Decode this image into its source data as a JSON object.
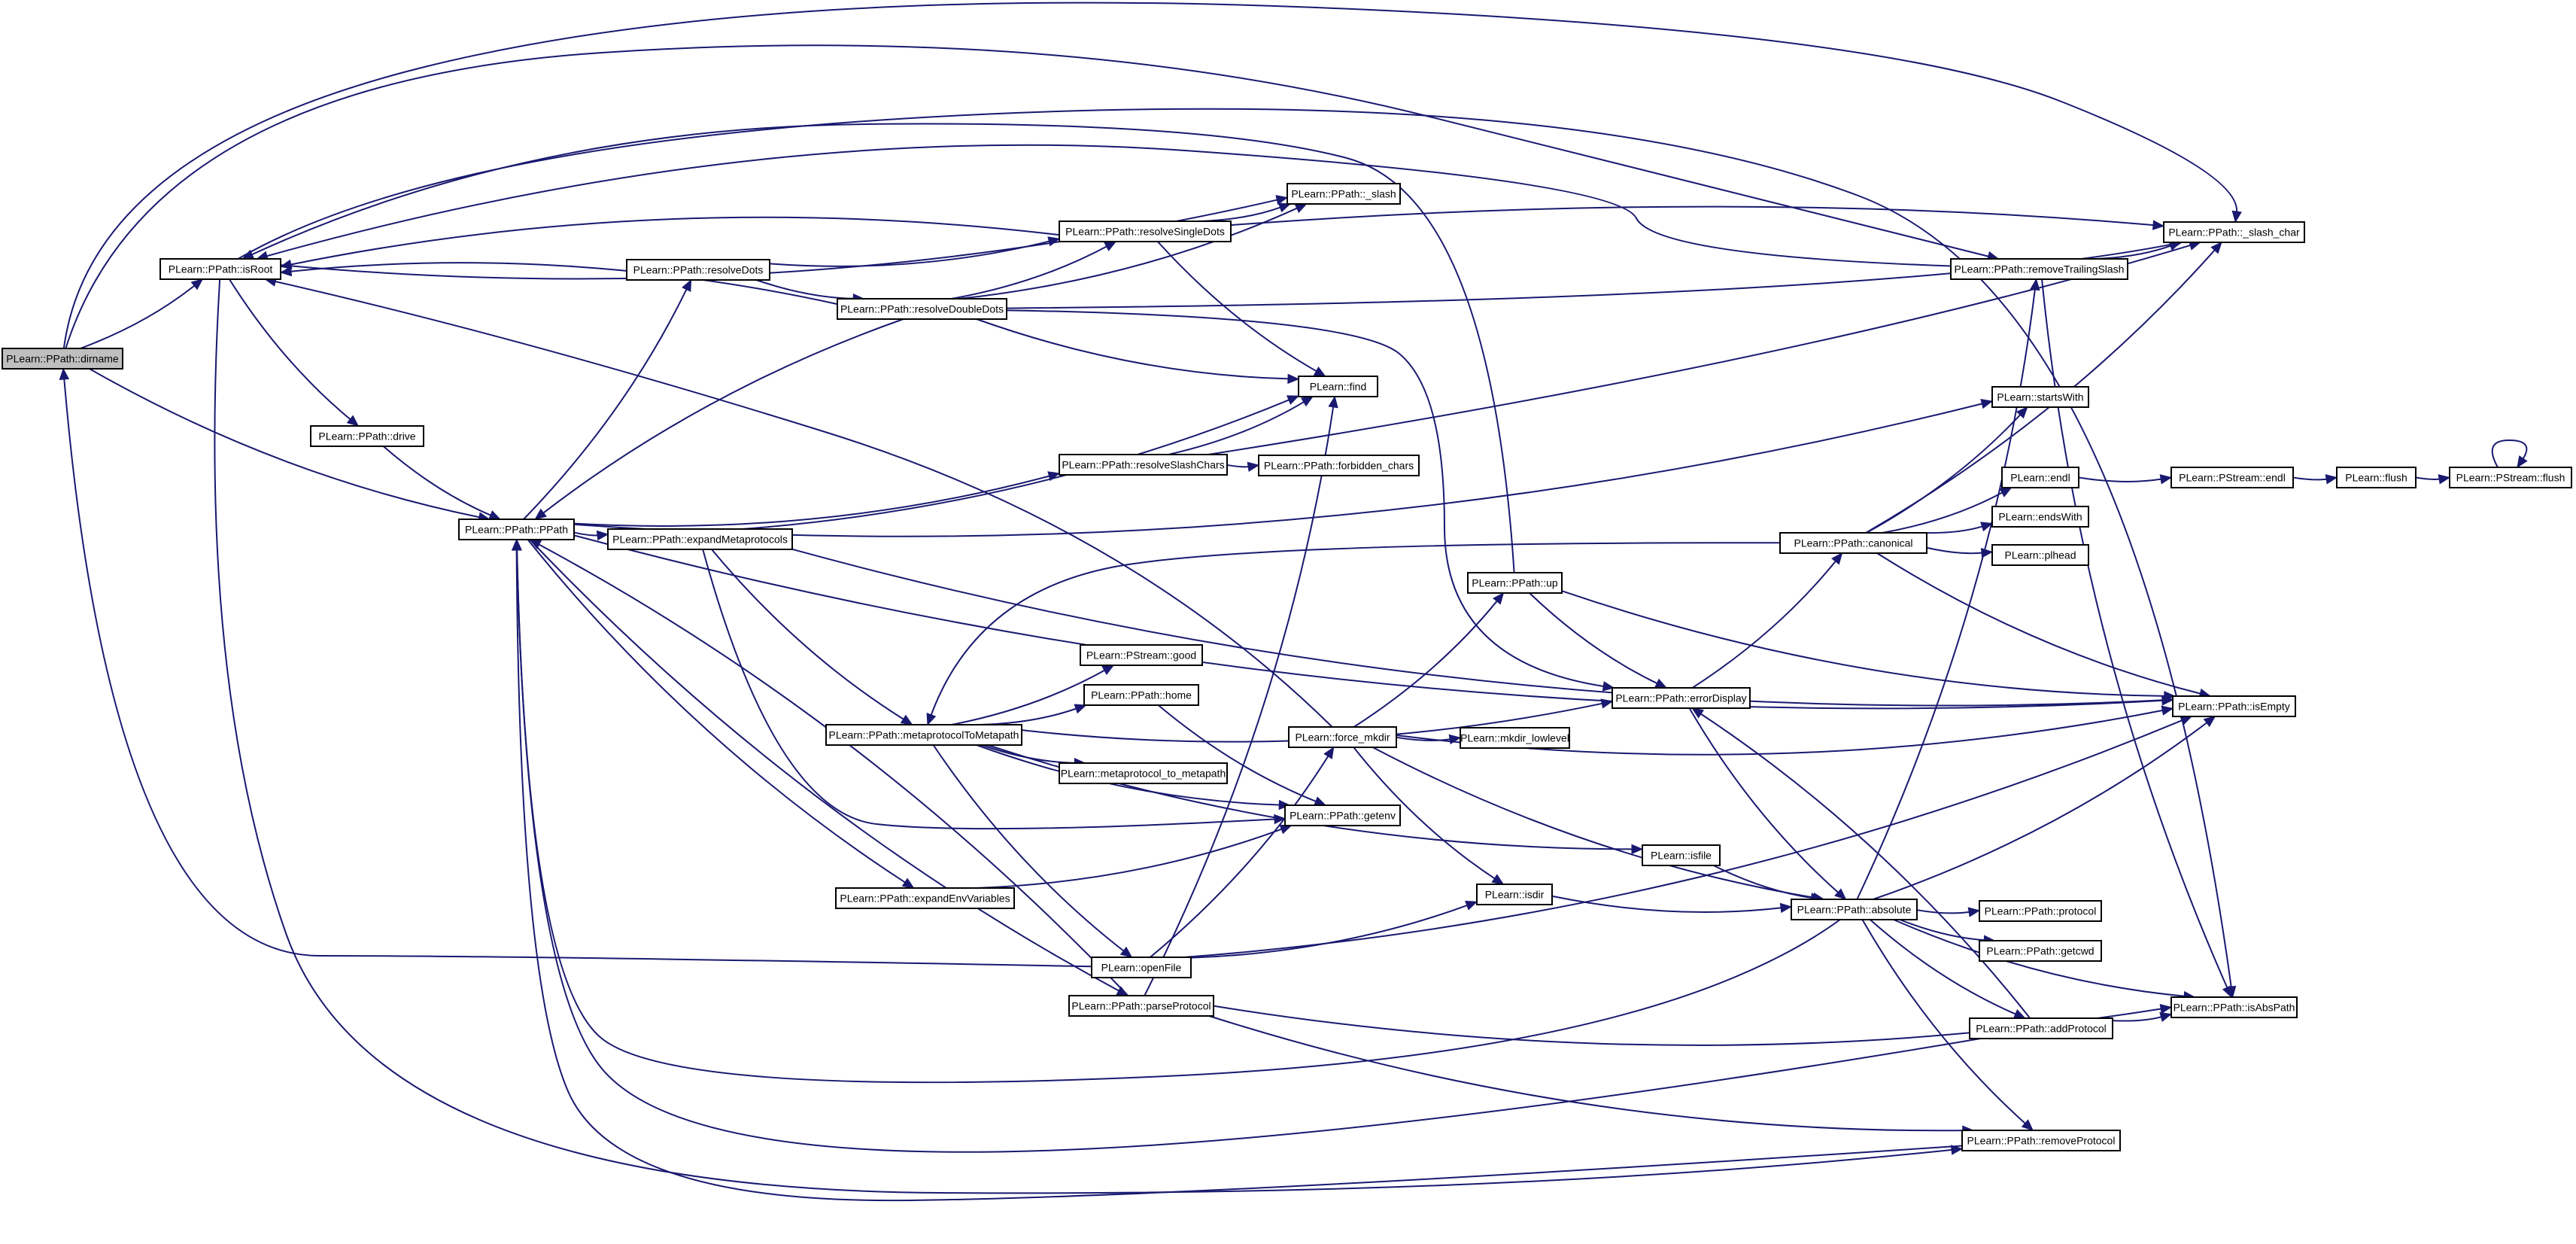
{
  "graph": {
    "root": "dirname",
    "colors": {
      "edge": "#191970",
      "root_fill": "#bfbfbf",
      "node_fill": "#ffffff",
      "node_border": "#000000"
    },
    "nodes": [
      {
        "id": "dirname",
        "label": "PLearn::PPath::dirname"
      },
      {
        "id": "isRoot",
        "label": "PLearn::PPath::isRoot"
      },
      {
        "id": "drive",
        "label": "PLearn::PPath::drive"
      },
      {
        "id": "PPath",
        "label": "PLearn::PPath::PPath"
      },
      {
        "id": "resolveDots",
        "label": "PLearn::PPath::resolveDots"
      },
      {
        "id": "expandMetaprotocols",
        "label": "PLearn::PPath::expandMetaprotocols"
      },
      {
        "id": "metaprotocolToMetapath",
        "label": "PLearn::PPath::metaprotocolToMetapath"
      },
      {
        "id": "expandEnvVariables",
        "label": "PLearn::PPath::expandEnvVariables"
      },
      {
        "id": "resolveSingleDots",
        "label": "PLearn::PPath::resolveSingleDots"
      },
      {
        "id": "resolveDoubleDots",
        "label": "PLearn::PPath::resolveDoubleDots"
      },
      {
        "id": "resolveSlashChars",
        "label": "PLearn::PPath::resolveSlashChars"
      },
      {
        "id": "slash",
        "label": "PLearn::PPath::_slash"
      },
      {
        "id": "find",
        "label": "PLearn::find"
      },
      {
        "id": "forbidden_chars",
        "label": "PLearn::PPath::forbidden_chars"
      },
      {
        "id": "PStream_good",
        "label": "PLearn::PStream::good"
      },
      {
        "id": "home",
        "label": "PLearn::PPath::home"
      },
      {
        "id": "metaprotocol_to_metapath",
        "label": "PLearn::metaprotocol_to_metapath"
      },
      {
        "id": "force_mkdir",
        "label": "PLearn::force_mkdir"
      },
      {
        "id": "getenv",
        "label": "PLearn::PPath::getenv"
      },
      {
        "id": "openFile",
        "label": "PLearn::openFile"
      },
      {
        "id": "parseProtocol",
        "label": "PLearn::PPath::parseProtocol"
      },
      {
        "id": "up",
        "label": "PLearn::PPath::up"
      },
      {
        "id": "errorDisplay",
        "label": "PLearn::PPath::errorDisplay"
      },
      {
        "id": "mkdir_lowlevel",
        "label": "PLearn::mkdir_lowlevel"
      },
      {
        "id": "isfile",
        "label": "PLearn::isfile"
      },
      {
        "id": "isdir",
        "label": "PLearn::isdir"
      },
      {
        "id": "absolute",
        "label": "PLearn::PPath::absolute"
      },
      {
        "id": "canonical",
        "label": "PLearn::PPath::canonical"
      },
      {
        "id": "removeTrailingSlash",
        "label": "PLearn::PPath::removeTrailingSlash"
      },
      {
        "id": "startsWith",
        "label": "PLearn::startsWith"
      },
      {
        "id": "endl",
        "label": "PLearn::endl"
      },
      {
        "id": "PStream_endl",
        "label": "PLearn::PStream::endl"
      },
      {
        "id": "flush",
        "label": "PLearn::flush"
      },
      {
        "id": "PStream_flush",
        "label": "PLearn::PStream::flush"
      },
      {
        "id": "endsWith",
        "label": "PLearn::endsWith"
      },
      {
        "id": "plhead",
        "label": "PLearn::plhead"
      },
      {
        "id": "slash_char",
        "label": "PLearn::PPath::_slash_char"
      },
      {
        "id": "isEmpty",
        "label": "PLearn::PPath::isEmpty"
      },
      {
        "id": "protocol",
        "label": "PLearn::PPath::protocol"
      },
      {
        "id": "getcwd",
        "label": "PLearn::PPath::getcwd"
      },
      {
        "id": "addProtocol",
        "label": "PLearn::PPath::addProtocol"
      },
      {
        "id": "isAbsPath",
        "label": "PLearn::PPath::isAbsPath"
      },
      {
        "id": "removeProtocol",
        "label": "PLearn::PPath::removeProtocol"
      }
    ],
    "edges": [
      [
        "dirname",
        "isRoot"
      ],
      [
        "dirname",
        "PPath"
      ],
      [
        "dirname",
        "removeTrailingSlash"
      ],
      [
        "dirname",
        "slash_char"
      ],
      [
        "dirname",
        "isEmpty"
      ],
      [
        "isRoot",
        "drive"
      ],
      [
        "isRoot",
        "slash"
      ],
      [
        "isRoot",
        "isAbsPath"
      ],
      [
        "isRoot",
        "removeProtocol"
      ],
      [
        "drive",
        "PPath"
      ],
      [
        "PPath",
        "resolveDots"
      ],
      [
        "PPath",
        "expandMetaprotocols"
      ],
      [
        "PPath",
        "expandEnvVariables"
      ],
      [
        "PPath",
        "resolveSlashChars"
      ],
      [
        "PPath",
        "parseProtocol"
      ],
      [
        "PPath",
        "startsWith"
      ],
      [
        "PPath",
        "isEmpty"
      ],
      [
        "resolveDots",
        "resolveSingleDots"
      ],
      [
        "resolveDots",
        "resolveDoubleDots"
      ],
      [
        "resolveSingleDots",
        "isRoot"
      ],
      [
        "resolveSingleDots",
        "slash"
      ],
      [
        "resolveSingleDots",
        "find"
      ],
      [
        "resolveSingleDots",
        "slash_char"
      ],
      [
        "resolveDoubleDots",
        "isRoot"
      ],
      [
        "resolveDoubleDots",
        "PPath"
      ],
      [
        "resolveDoubleDots",
        "slash"
      ],
      [
        "resolveDoubleDots",
        "find"
      ],
      [
        "resolveDoubleDots",
        "resolveSingleDots"
      ],
      [
        "resolveDoubleDots",
        "slash_char"
      ],
      [
        "resolveDoubleDots",
        "errorDisplay"
      ],
      [
        "resolveSlashChars",
        "find"
      ],
      [
        "resolveSlashChars",
        "forbidden_chars"
      ],
      [
        "resolveSlashChars",
        "slash_char"
      ],
      [
        "expandMetaprotocols",
        "find"
      ],
      [
        "expandMetaprotocols",
        "metaprotocolToMetapath"
      ],
      [
        "expandMetaprotocols",
        "getenv"
      ],
      [
        "expandMetaprotocols",
        "isEmpty"
      ],
      [
        "metaprotocolToMetapath",
        "PStream_good"
      ],
      [
        "metaprotocolToMetapath",
        "home"
      ],
      [
        "metaprotocolToMetapath",
        "metaprotocol_to_metapath"
      ],
      [
        "metaprotocolToMetapath",
        "getenv"
      ],
      [
        "metaprotocolToMetapath",
        "isfile"
      ],
      [
        "metaprotocolToMetapath",
        "openFile"
      ],
      [
        "metaprotocolToMetapath",
        "errorDisplay"
      ],
      [
        "home",
        "getenv"
      ],
      [
        "expandEnvVariables",
        "getenv"
      ],
      [
        "openFile",
        "dirname"
      ],
      [
        "openFile",
        "force_mkdir"
      ],
      [
        "openFile",
        "isdir"
      ],
      [
        "openFile",
        "isEmpty"
      ],
      [
        "force_mkdir",
        "isRoot"
      ],
      [
        "force_mkdir",
        "up"
      ],
      [
        "force_mkdir",
        "mkdir_lowlevel"
      ],
      [
        "force_mkdir",
        "isdir"
      ],
      [
        "force_mkdir",
        "absolute"
      ],
      [
        "force_mkdir",
        "isEmpty"
      ],
      [
        "parseProtocol",
        "PPath"
      ],
      [
        "parseProtocol",
        "find"
      ],
      [
        "parseProtocol",
        "removeProtocol"
      ],
      [
        "parseProtocol",
        "isAbsPath"
      ],
      [
        "up",
        "isRoot"
      ],
      [
        "up",
        "errorDisplay"
      ],
      [
        "up",
        "isEmpty"
      ],
      [
        "errorDisplay",
        "canonical"
      ],
      [
        "errorDisplay",
        "absolute"
      ],
      [
        "canonical",
        "metaprotocolToMetapath"
      ],
      [
        "canonical",
        "startsWith"
      ],
      [
        "canonical",
        "endl"
      ],
      [
        "canonical",
        "endsWith"
      ],
      [
        "canonical",
        "plhead"
      ],
      [
        "canonical",
        "slash_char"
      ],
      [
        "canonical",
        "isEmpty"
      ],
      [
        "endl",
        "PStream_endl"
      ],
      [
        "PStream_endl",
        "flush"
      ],
      [
        "flush",
        "PStream_flush"
      ],
      [
        "PStream_flush",
        "PStream_flush"
      ],
      [
        "isfile",
        "absolute"
      ],
      [
        "isdir",
        "absolute"
      ],
      [
        "absolute",
        "PPath"
      ],
      [
        "absolute",
        "protocol"
      ],
      [
        "absolute",
        "getcwd"
      ],
      [
        "absolute",
        "addProtocol"
      ],
      [
        "absolute",
        "isAbsPath"
      ],
      [
        "absolute",
        "removeProtocol"
      ],
      [
        "absolute",
        "removeTrailingSlash"
      ],
      [
        "absolute",
        "isEmpty"
      ],
      [
        "addProtocol",
        "PPath"
      ],
      [
        "addProtocol",
        "errorDisplay"
      ],
      [
        "addProtocol",
        "isAbsPath"
      ],
      [
        "removeTrailingSlash",
        "isRoot"
      ],
      [
        "removeTrailingSlash",
        "slash_char"
      ],
      [
        "removeTrailingSlash",
        "isAbsPath"
      ],
      [
        "removeProtocol",
        "PPath"
      ]
    ]
  }
}
